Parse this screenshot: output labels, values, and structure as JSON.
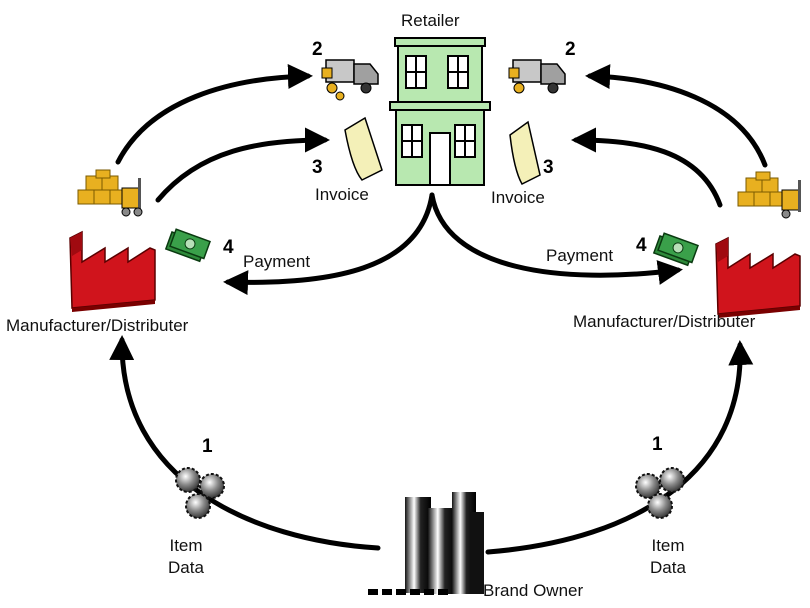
{
  "nodes": {
    "retailer": "Retailer",
    "manufacturer_left": "Manufacturer/Distributer",
    "manufacturer_right": "Manufacturer/Distributer",
    "brand_owner": "Brand Owner"
  },
  "flows": {
    "item_data_left": {
      "step": "1",
      "label_line1": "Item",
      "label_line2": "Data"
    },
    "item_data_right": {
      "step": "1",
      "label_line1": "Item",
      "label_line2": "Data"
    },
    "delivery_left": {
      "step": "2"
    },
    "delivery_right": {
      "step": "2"
    },
    "invoice_left": {
      "step": "3",
      "label": "Invoice"
    },
    "invoice_right": {
      "step": "3",
      "label": "Invoice"
    },
    "payment_left": {
      "step": "4",
      "label": "Payment"
    },
    "payment_right": {
      "step": "4",
      "label": "Payment"
    }
  },
  "icons": {
    "retailer": "building-icon",
    "manufacturer": "factory-icon",
    "inventory": "boxes-forklift-icon",
    "delivery": "delivery-truck-icon",
    "invoice": "invoice-document-icon",
    "payment": "cash-money-icon",
    "item_data": "data-gears-icon",
    "brand_owner": "office-towers-icon"
  },
  "colors": {
    "retailer_building": "#b8e8b0",
    "factory": "#d0141c",
    "boxes": "#e8b020",
    "invoice_paper": "#f4f0b8",
    "money": "#2e8a3a",
    "arrows": "#000000"
  }
}
